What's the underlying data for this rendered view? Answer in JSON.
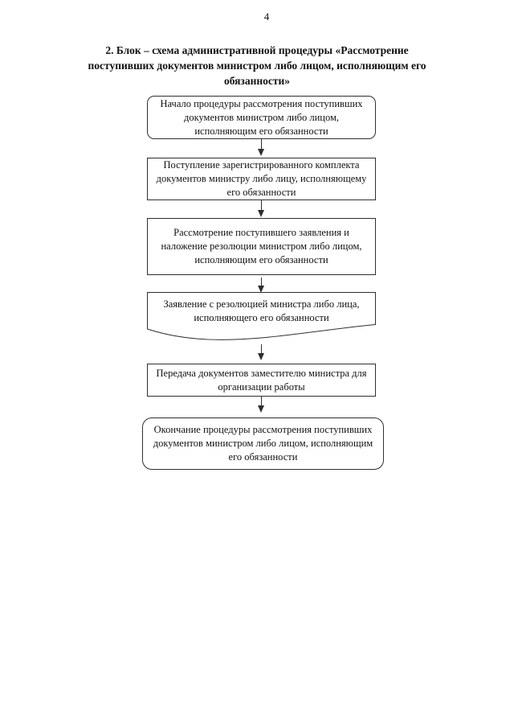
{
  "page": {
    "number": "4",
    "title": "2. Блок – схема административной процедуры «Рассмотрение\nпоступивших документов министром либо лицом, исполняющим его\nобязанности»"
  },
  "flowchart": {
    "nodes": [
      {
        "id": "start",
        "type": "terminator",
        "text": "Начало процедуры рассмотрения поступивших\nдокументов министром либо лицом,\nисполняющим его обязанности"
      },
      {
        "id": "receipt",
        "type": "process",
        "text": "Поступление зарегистрированного комплекта\nдокументов министру либо лицу, исполняющему\nего обязанности"
      },
      {
        "id": "review",
        "type": "process",
        "text": "Рассмотрение поступившего заявления и\nналожение резолюции министром либо лицом,\nисполняющим его обязанности"
      },
      {
        "id": "document",
        "type": "document",
        "text": "Заявление с резолюцией министра либо лица,\nисполняющего его обязанности"
      },
      {
        "id": "transfer",
        "type": "process",
        "text": "Передача документов заместителю министра для\nорганизации работы"
      },
      {
        "id": "end",
        "type": "terminator",
        "text": "Окончание процедуры рассмотрения поступивших\nдокументов министром либо лицом, исполняющим\nего обязанности"
      }
    ]
  },
  "colors": {
    "ink": "#111111",
    "line": "#2f2f2f",
    "paper": "#ffffff"
  }
}
